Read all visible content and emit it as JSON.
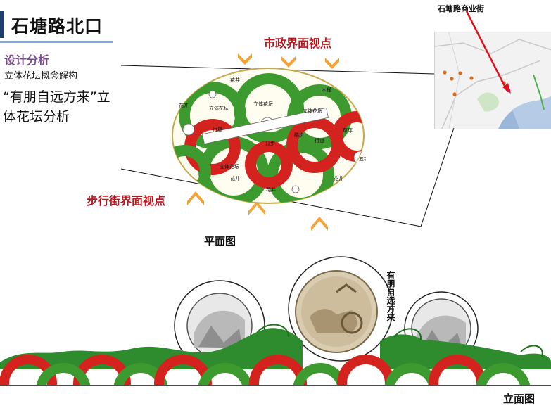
{
  "header": {
    "title": "石塘路北口"
  },
  "analysis": {
    "heading": "设计分析",
    "subtitle": "立体花坛概念解构",
    "quote_line1": "“有朋自远方来”立",
    "quote_line2": "体花坛分析"
  },
  "labels": {
    "municipal_view": "市政界面视点",
    "pedestrian_view": "步行街界面视点",
    "plan": "平面图",
    "elevation": "立面图"
  },
  "location": {
    "label": "石塘路商业街"
  },
  "plan_marks": {
    "flower_well": "花井",
    "flower_well_2": "花井",
    "flower_well_3": "花井",
    "flower_well_4": "花井",
    "flower_well_5": "花井",
    "shrub": "木槿",
    "bed1": "立体花坛",
    "bed2": "立体花坛",
    "bed3": "立体花坛",
    "bed4": "立体花坛",
    "road": "行道",
    "road2": "行道",
    "step": "踏步",
    "stone": "汀步",
    "grass": "草坪",
    "pine": "五针松"
  },
  "sculpture": {
    "text": "有朋自远方来"
  },
  "colors": {
    "green": "#3d9a2e",
    "red": "#d4231e",
    "dark_green": "#1f7a1a",
    "view_marker": "#f2a33a"
  }
}
